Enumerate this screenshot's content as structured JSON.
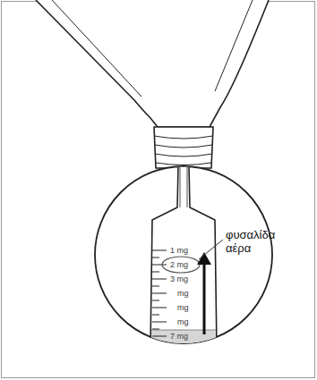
{
  "diagram": {
    "labels": [
      "φυσαλίδα αέρα",
      "1 mg",
      "2 mg",
      "3 mg",
      "mg",
      "mg",
      "mg",
      "7 mg"
    ]
  }
}
